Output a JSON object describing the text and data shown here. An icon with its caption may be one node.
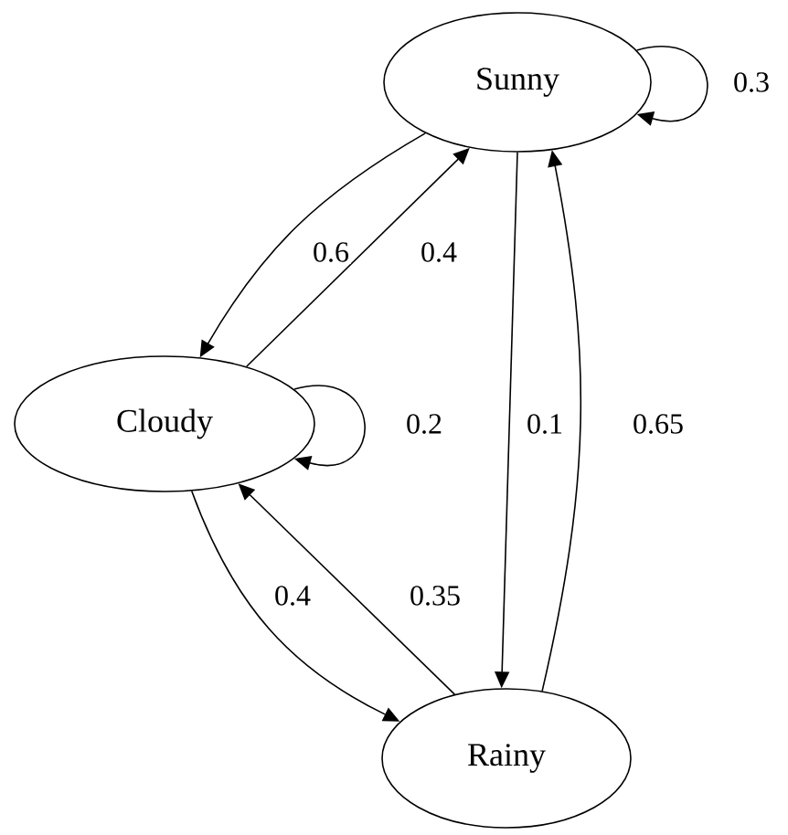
{
  "diagram": {
    "nodes": [
      {
        "text": [
          "Sunny"
        ]
      },
      {
        "text": [
          "Cloudy"
        ]
      },
      {
        "text": [
          "Rainy"
        ]
      }
    ],
    "edges": [
      {
        "from": 0,
        "to": 0,
        "arrow": "to",
        "label": "0.3"
      },
      {
        "from": 0,
        "to": 1,
        "arrow": "to",
        "label": "0.6"
      },
      {
        "from": 1,
        "to": 0,
        "arrow": "to",
        "label": "0.4"
      },
      {
        "from": 1,
        "to": 1,
        "arrow": "to",
        "label": "0.2"
      },
      {
        "from": 0,
        "to": 2,
        "arrow": "to",
        "label": "0.1"
      },
      {
        "from": 2,
        "to": 0,
        "arrow": "to",
        "label": "0.65"
      },
      {
        "from": 1,
        "to": 2,
        "arrow": "to",
        "label": "0.4"
      },
      {
        "from": 2,
        "to": 1,
        "arrow": "to",
        "label": "0.35"
      }
    ]
  }
}
